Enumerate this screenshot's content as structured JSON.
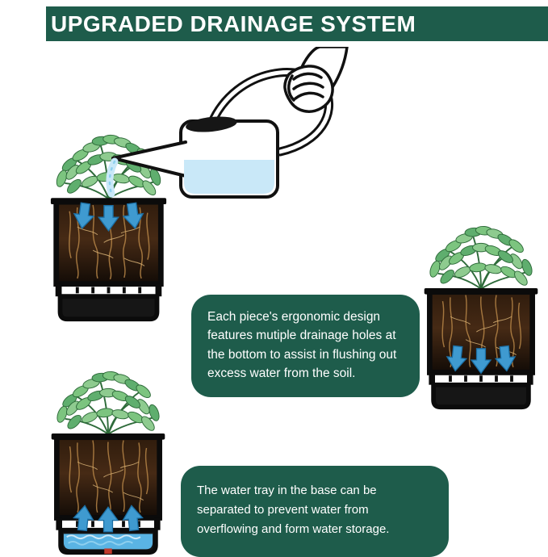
{
  "header": {
    "title": "UPGRADED DRAINAGE SYSTEM"
  },
  "callouts": {
    "drainage_holes": {
      "text": "Each piece's ergonomic design features mutiple drainage holes at the bottom to assist in flushing out excess water from the soil."
    },
    "water_tray": {
      "text": "The water tray in the base can be separated to prevent water from overflowing and form water storage."
    }
  },
  "illustrations": {
    "watering_can": "hand-pouring-watering-can-icon",
    "pot_top_left": "pot-cross-section-water-entering-icon",
    "pot_right": "pot-cross-section-draining-down-icon",
    "pot_bottom_left": "pot-cross-section-water-storage-tray-icon"
  },
  "colors": {
    "background": "#ffffff",
    "banner_green": "#1e5c4b",
    "callout_green": "#1e5c4b",
    "arrow_blue": "#3f9ad0",
    "arrow_blue_dark": "#1b6fa5",
    "water_blue": "#5ab4e4",
    "stream_blue": "#c9e8f8",
    "leaf_green": "#7cc47f",
    "leaf_outline": "#2e6b3a",
    "soil_brown": "#3a2414",
    "root_tan": "#b08044",
    "plug_red": "#c0392b",
    "ink": "#111111"
  }
}
